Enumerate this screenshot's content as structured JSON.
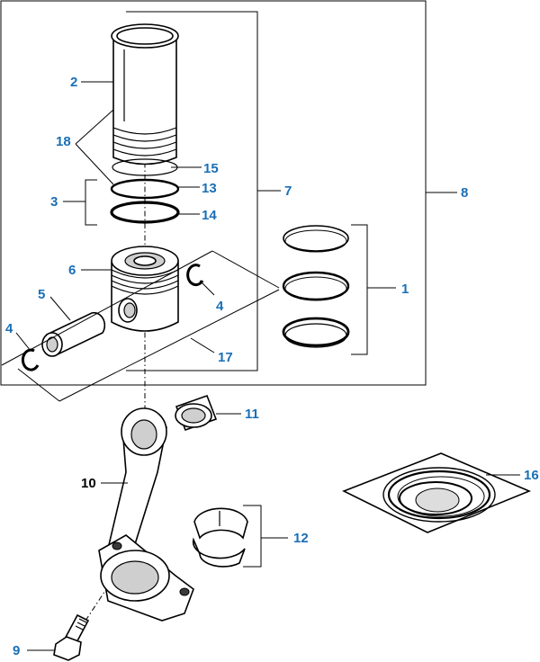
{
  "colors": {
    "callout_blue": "#1a6fb5",
    "callout_black": "#000000",
    "line": "#000000"
  },
  "callouts": [
    {
      "id": "c1",
      "text": "1"
    },
    {
      "id": "c2",
      "text": "2"
    },
    {
      "id": "c3",
      "text": "3"
    },
    {
      "id": "c4a",
      "text": "4"
    },
    {
      "id": "c4b",
      "text": "4"
    },
    {
      "id": "c5",
      "text": "5"
    },
    {
      "id": "c6",
      "text": "6"
    },
    {
      "id": "c7",
      "text": "7"
    },
    {
      "id": "c8",
      "text": "8"
    },
    {
      "id": "c9",
      "text": "9"
    },
    {
      "id": "c10",
      "text": "10"
    },
    {
      "id": "c11",
      "text": "11"
    },
    {
      "id": "c12",
      "text": "12"
    },
    {
      "id": "c13",
      "text": "13"
    },
    {
      "id": "c14",
      "text": "14"
    },
    {
      "id": "c15",
      "text": "15"
    },
    {
      "id": "c16",
      "text": "16"
    },
    {
      "id": "c17",
      "text": "17"
    },
    {
      "id": "c18",
      "text": "18"
    }
  ]
}
